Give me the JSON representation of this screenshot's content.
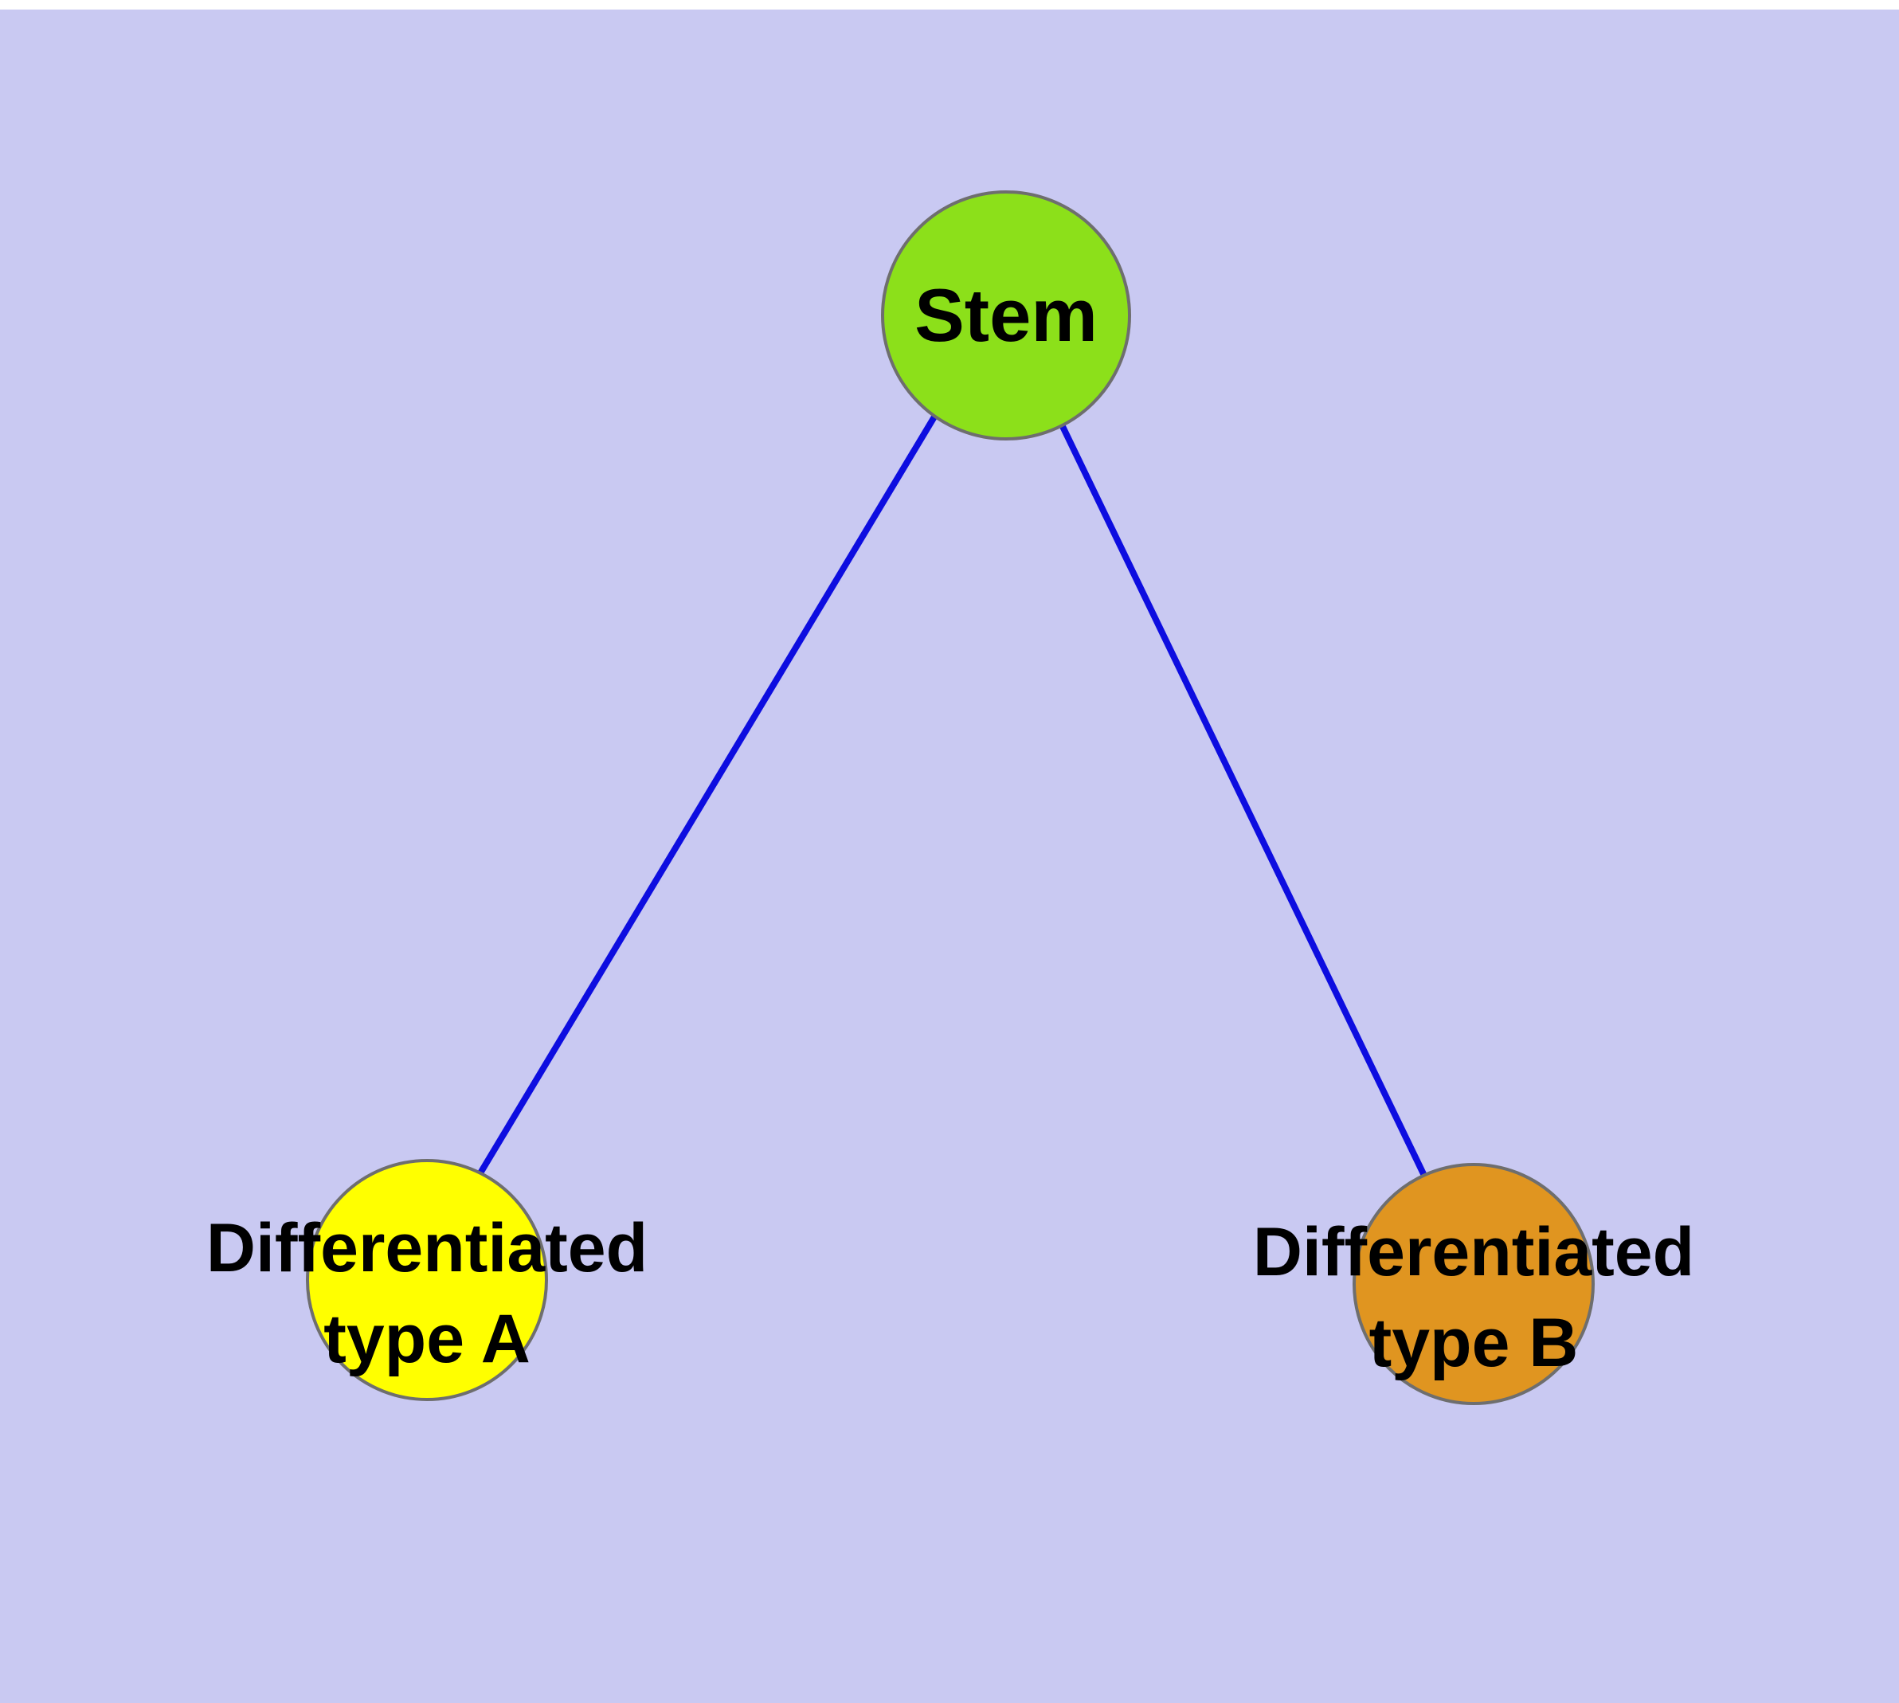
{
  "diagram": {
    "background": "#c9c9f2",
    "edge_color": "#0d0de0",
    "node_border_color": "#6e6e6e",
    "nodes": {
      "stem": {
        "label": "Stem",
        "fill": "#8ce01a"
      },
      "type_a": {
        "label_line1": "Differentiated",
        "label_line2": "type A",
        "fill": "#ffff00"
      },
      "type_b": {
        "label_line1": "Differentiated",
        "label_line2": "type B",
        "fill": "#e09520"
      }
    },
    "edges": [
      {
        "from": "stem",
        "to": "type_a"
      },
      {
        "from": "stem",
        "to": "type_b"
      }
    ]
  }
}
